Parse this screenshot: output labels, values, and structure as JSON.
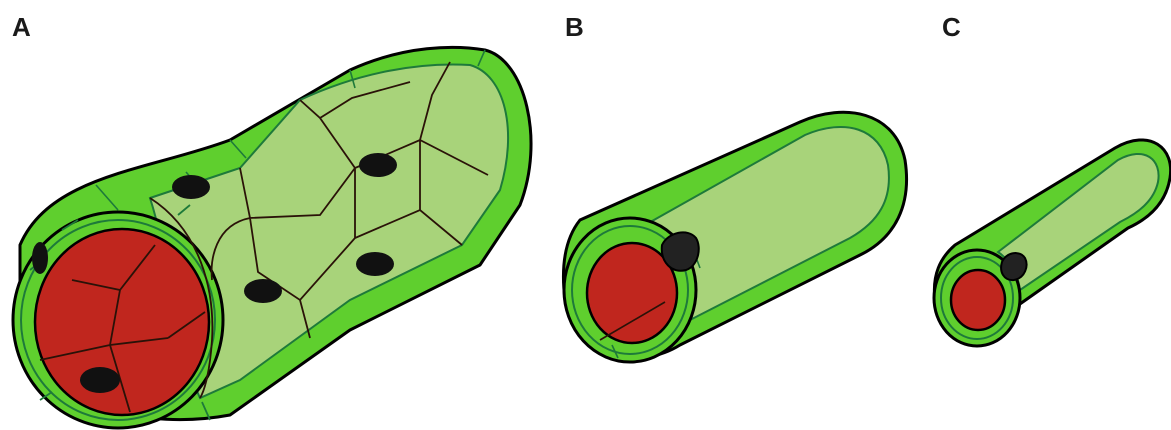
{
  "panels": [
    {
      "id": "A",
      "label": "A"
    },
    {
      "id": "B",
      "label": "B"
    },
    {
      "id": "C",
      "label": "C"
    }
  ],
  "colors": {
    "outer_tissue": "#5fcf2e",
    "inner_tissue": "#a8d37a",
    "inner_outline": "#1e7a3a",
    "red_cells": "#c0261e",
    "nucleus": "#111111",
    "cell_wall": "#3a2a10",
    "outline": "#000000",
    "background": "#ffffff"
  }
}
